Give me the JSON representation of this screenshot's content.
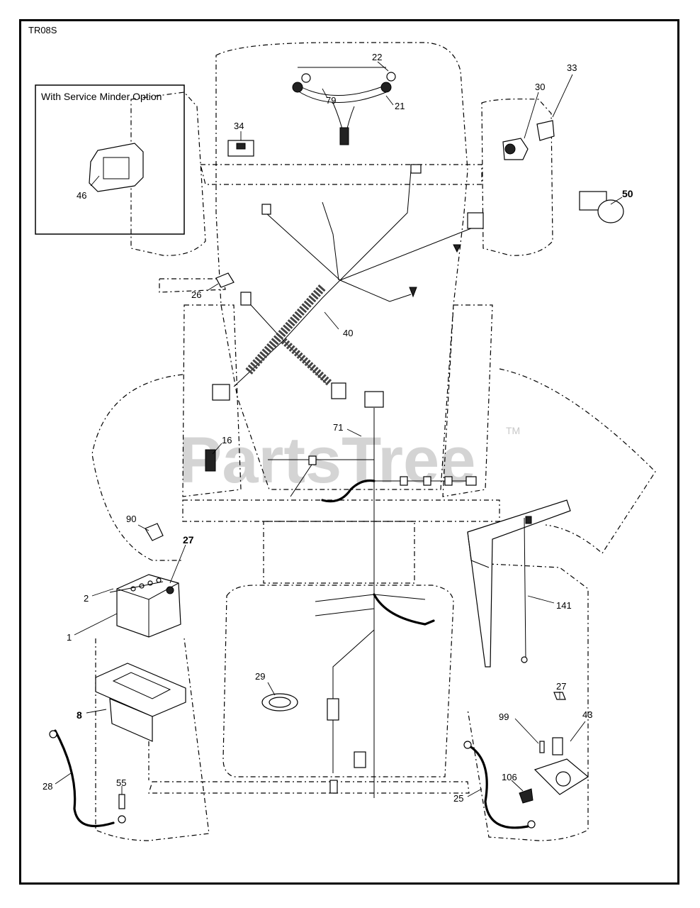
{
  "diagram": {
    "code": "TR08S",
    "inset_title": "With Service Minder Option",
    "watermark": "PartsTree",
    "watermark_tm": "TM",
    "callouts": [
      {
        "key": "c22",
        "label": "22"
      },
      {
        "key": "c79",
        "label": "79"
      },
      {
        "key": "c21",
        "label": "21"
      },
      {
        "key": "c33",
        "label": "33"
      },
      {
        "key": "c30",
        "label": "30"
      },
      {
        "key": "c34",
        "label": "34"
      },
      {
        "key": "c46",
        "label": "46"
      },
      {
        "key": "c50",
        "label": "50"
      },
      {
        "key": "c26",
        "label": "26"
      },
      {
        "key": "c40",
        "label": "40"
      },
      {
        "key": "c71",
        "label": "71"
      },
      {
        "key": "c16",
        "label": "16"
      },
      {
        "key": "c90",
        "label": "90"
      },
      {
        "key": "c27a",
        "label": "27"
      },
      {
        "key": "c2",
        "label": "2"
      },
      {
        "key": "c1",
        "label": "1"
      },
      {
        "key": "c141",
        "label": "141"
      },
      {
        "key": "c29",
        "label": "29"
      },
      {
        "key": "c8",
        "label": "8"
      },
      {
        "key": "c27b",
        "label": "27"
      },
      {
        "key": "c43",
        "label": "43"
      },
      {
        "key": "c99",
        "label": "99"
      },
      {
        "key": "c28",
        "label": "28"
      },
      {
        "key": "c55",
        "label": "55"
      },
      {
        "key": "c106",
        "label": "106"
      },
      {
        "key": "c25",
        "label": "25"
      }
    ]
  }
}
